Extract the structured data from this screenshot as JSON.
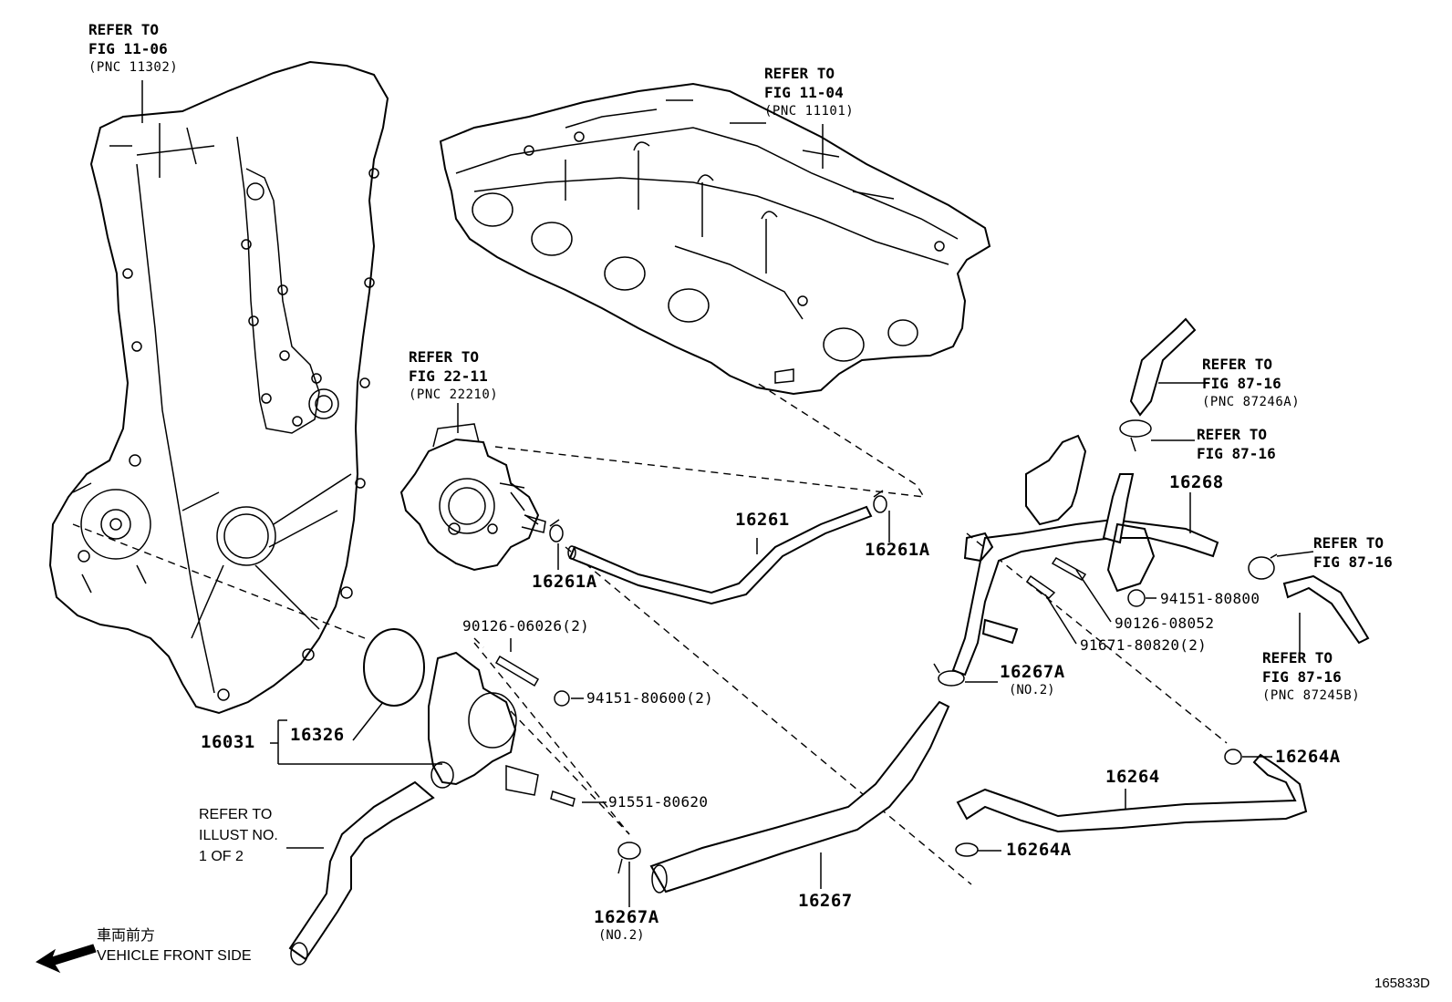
{
  "refs": {
    "timing_cover": {
      "line1": "REFER TO",
      "line2": "FIG 11-06",
      "pnc": "(PNC 11302)"
    },
    "cylinder_head": {
      "line1": "REFER TO",
      "line2": "FIG 11-04",
      "pnc": "(PNC 11101)"
    },
    "throttle_body": {
      "line1": "REFER TO",
      "line2": "FIG 22-11",
      "pnc": "(PNC 22210)"
    },
    "hose_upper": {
      "line1": "REFER TO",
      "line2": "FIG 87-16",
      "pnc": "(PNC 87246A)"
    },
    "clamp_upper": {
      "line1": "REFER TO",
      "line2": "FIG 87-16"
    },
    "clamp_right": {
      "line1": "REFER TO",
      "line2": "FIG 87-16"
    },
    "hose_right": {
      "line1": "REFER TO",
      "line2": "FIG 87-16",
      "pnc": "(PNC 87245B)"
    },
    "radiator_hose": {
      "line1": "REFER TO",
      "line2": "ILLUST NO.",
      "line3": "1 OF 2"
    }
  },
  "parts": {
    "p16261": "16261",
    "p16261A_right": "16261A",
    "p16261A_left": "16261A",
    "p16268": "16268",
    "p94151_80800": "94151-80800",
    "p90126_08052": "90126-08052",
    "p91671_80820": "91671-80820(2)",
    "p16267A_upper": "16267A",
    "p16267A_upper_note": "(NO.2)",
    "p16264A_right": "16264A",
    "p16264": "16264",
    "p16264A_left": "16264A",
    "p90126_06026": "90126-06026(2)",
    "p94151_80600": "94151-80600(2)",
    "p16031": "16031",
    "p16326": "16326",
    "p91551_80620": "91551-80620",
    "p16267A_lower": "16267A",
    "p16267A_lower_note": "(NO.2)",
    "p16267": "16267"
  },
  "direction": {
    "jp": "車両前方",
    "en": "VEHICLE FRONT SIDE"
  },
  "figure_id": "165833D"
}
